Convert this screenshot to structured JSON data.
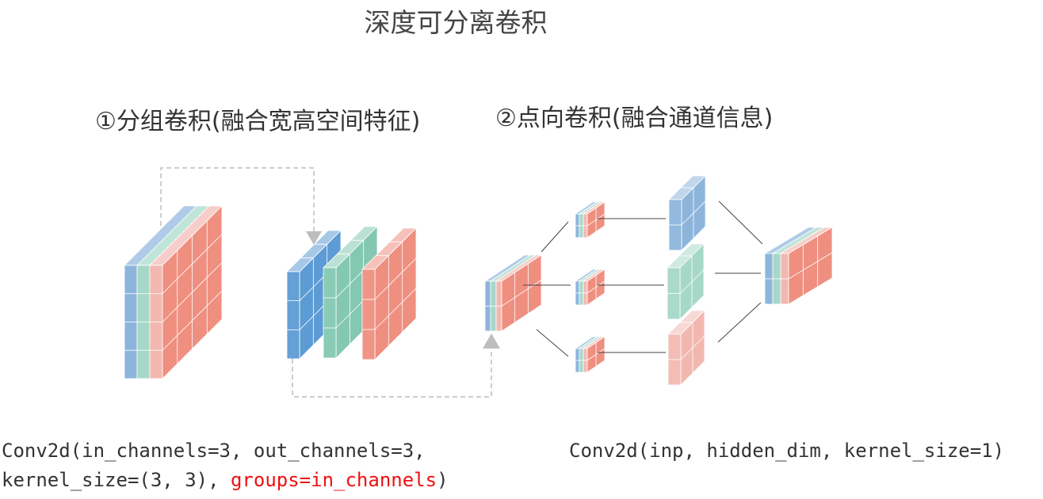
{
  "title": "深度可分离卷积",
  "step1": {
    "label": "①分组卷积(融合宽高空间特征)"
  },
  "step2": {
    "label": "②点向卷积(融合通道信息)"
  },
  "code1": {
    "line1": "Conv2d(in_channels=3, out_channels=3,",
    "line2_prefix": "kernel_size=(3, 3), ",
    "line2_highlight": "groups=in_channels",
    "line2_suffix": ")"
  },
  "code2": {
    "line": "Conv2d(inp, hidden_dim, kernel_size=1)"
  },
  "colors": {
    "blue": "#8db5dc",
    "blue_dark": "#5d9bd4",
    "green": "#a6d8c8",
    "green_dark": "#84c8b2",
    "pink": "#f2b8b0",
    "red": "#ef8f80",
    "highlight": "#ee1111",
    "arrow": "#bdbdbd",
    "connector": "#444444"
  }
}
